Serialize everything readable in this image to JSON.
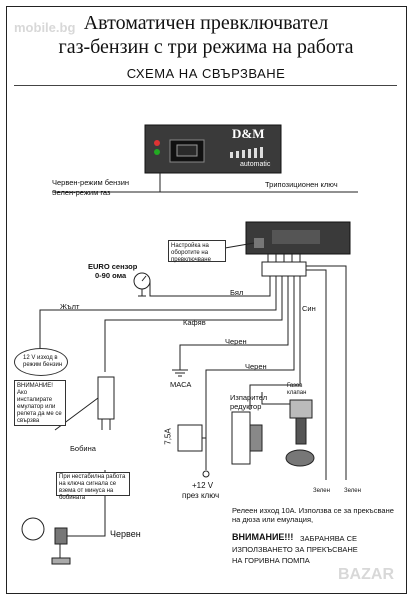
{
  "title_line1": "Автоматичен превключвател",
  "title_line2": "газ-бензин с три режима на работа",
  "subtitle": "СХЕМА НА СВЪРЗВАНЕ",
  "switch": {
    "brand": "D&M",
    "model": "automatic",
    "red_label": "Червен-режим бензин",
    "green_label": "Зелен-режим газ",
    "three_pos_label": "Трипозиционен ключ"
  },
  "rpm_setting": "Настройка на оборотите на превключване",
  "sensor": {
    "line1": "EURO сензор",
    "line2": "0-90 ома"
  },
  "wires": {
    "white": "Бял",
    "yellow": "Жълт",
    "brown": "Кафяв",
    "black1": "Черен",
    "black2": "Черен",
    "blue": "Син",
    "red": "Червен",
    "green1": "Зелен",
    "green2": "Зелен"
  },
  "ground": "МАСА",
  "fuse": "7,5A",
  "ignition": {
    "line1": "+12 V",
    "line2": "през ключ"
  },
  "vaporizer": {
    "line1": "Изпарител",
    "line2": "редуктор"
  },
  "gas_valve": {
    "line1": "Газов",
    "line2": "клапан"
  },
  "coil": "Бобина",
  "petrol_out": "12 V изход в режим бензин",
  "emulator_warning": "ВНИМАНИЕ! Ако инсталирате емулатор или релета да ме се свързва",
  "unstable_note": "При нестабилна работа на ключа сигнала се взема от минуса на бобината",
  "relay_note": "Релеен изход 10А. Използва се за прекъсване на дюза или емулация,",
  "warning": {
    "bold": "ВНИМАНИЕ!!!",
    "text1": "ЗАБРАНЯВА СЕ",
    "text2": "ИЗПОЛЗВАНЕТО ЗА ПРЕКЪСВАНЕ",
    "text3": "НА ГОРИВНА ПОМПА"
  },
  "watermark_top": "mobile.bg",
  "watermark_bottom": "BAZAR"
}
